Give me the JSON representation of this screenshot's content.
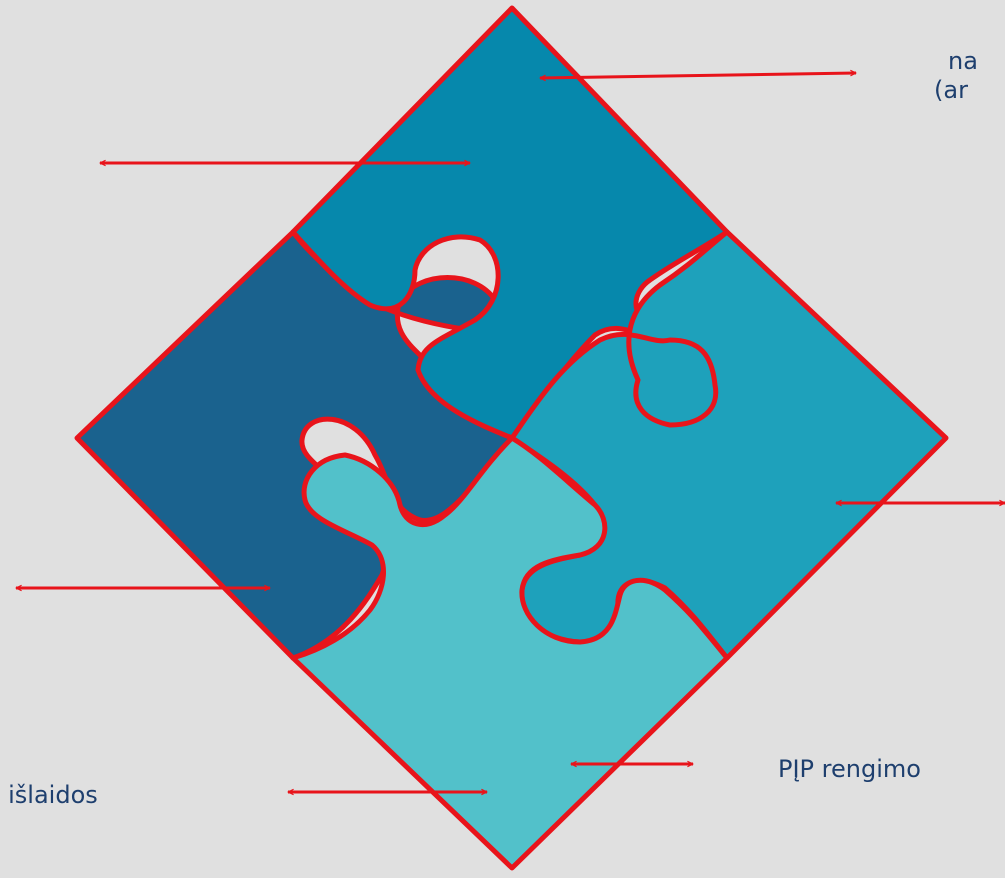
{
  "labels": {
    "top_right_line1": "na",
    "top_right_line2": "(ar",
    "bottom_left": "s išlaidos",
    "bottom_right": "PĮP rengimo"
  },
  "colors": {
    "background": "#e0e0e0",
    "outline": "#e8141b",
    "piece_top": "#0688ac",
    "piece_left": "#1a628e",
    "piece_right": "#1ea1bb",
    "piece_bottom": "#52c1ca",
    "label_text": "#1e3f6e"
  }
}
